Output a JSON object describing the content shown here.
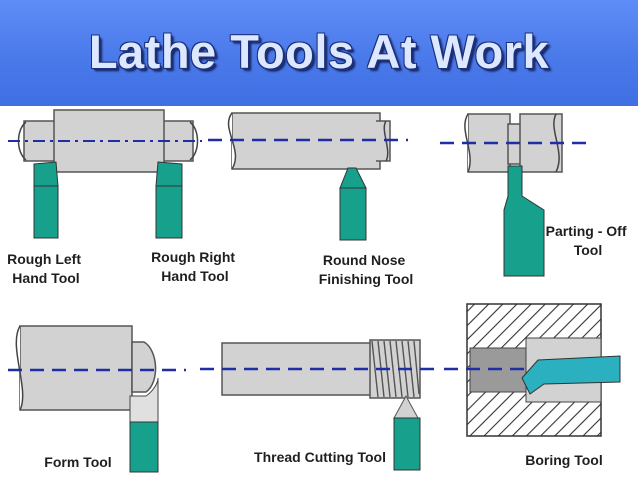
{
  "title": "Lathe Tools At Work",
  "colors": {
    "banner": "#4a79ea",
    "title_text": "#dce8ff",
    "stock_fill": "#d2d2d2",
    "tool_fill": "#17a08c",
    "center_line": "#1e2fa5"
  },
  "labels": {
    "rough_left": [
      "Rough Left",
      "Hand Tool"
    ],
    "rough_right": [
      "Rough Right",
      "Hand Tool"
    ],
    "round_nose": [
      "Round Nose",
      "Finishing Tool"
    ],
    "parting_off": [
      "Parting - Off",
      "Tool"
    ],
    "form": [
      "Form Tool"
    ],
    "thread_cutting": [
      "Thread Cutting Tool"
    ],
    "boring": [
      "Boring Tool"
    ]
  }
}
